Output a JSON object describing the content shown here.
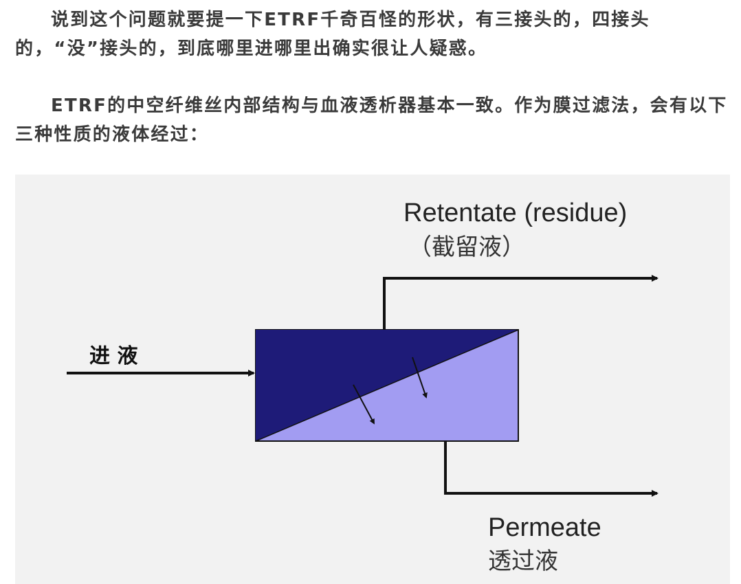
{
  "article": {
    "paragraph1": "说到这个问题就要提一下ETRF千奇百怪的形状，有三接头的，四接头的，“没”接头的，到底哪里进哪里出确实很让人疑惑。",
    "paragraph2": "ETRF的中空纤维丝内部结构与血液透析器基本一致。作为膜过滤法，会有以下三种性质的液体经过："
  },
  "diagram": {
    "feed_label": "进 液",
    "retentate_label_en": "Retentate (residue)",
    "retentate_label_zh": "（截留液）",
    "permeate_label_en": "Permeate",
    "permeate_label_zh": "透过液",
    "colors": {
      "upper_chamber": "#1e1b78",
      "lower_chamber": "#a29cf2",
      "lines": "#111111",
      "background": "#f2f2f2"
    }
  }
}
